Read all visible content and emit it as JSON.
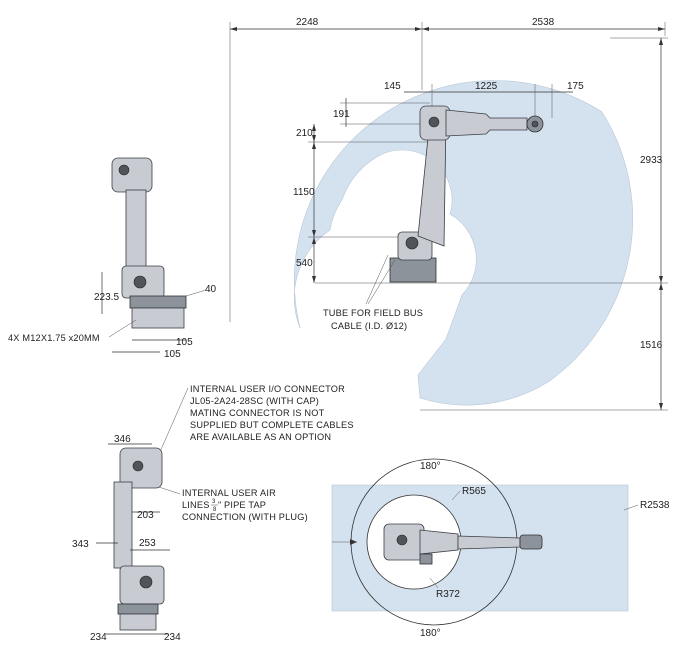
{
  "colors": {
    "work_envelope": "#d4e1ef",
    "robot_body": "#c8ccd2",
    "robot_dark": "#8d939b",
    "line": "#333333"
  },
  "side_view": {
    "dims": {
      "d2248": "2248",
      "d2538": "2538",
      "d145": "145",
      "d1225": "1225",
      "d175": "175",
      "d191": "191",
      "d210": "210",
      "d1150": "1150",
      "d540": "540",
      "d2933": "2933",
      "d1516": "1516"
    },
    "cable_note": [
      "TUBE FOR FIELD BUS",
      "CABLE (I.D. Ø12)"
    ]
  },
  "front_view": {
    "dims": {
      "d223": "223.5",
      "d40": "40",
      "d105a": "105",
      "d105b": "105"
    },
    "bolt_note": "4X M12X1.75 x20MM"
  },
  "rear_view": {
    "io_note": [
      "INTERNAL USER I/O CONNECTOR",
      "JL05-2A24-28SC (WITH CAP)",
      "MATING CONNECTOR IS NOT",
      "SUPPLIED BUT COMPLETE CABLES",
      "ARE AVAILABLE AS AN OPTION"
    ],
    "air_note": [
      "INTERNAL USER AIR",
      "LINES",
      "PIPE TAP",
      "CONNECTION (WITH PLUG)"
    ],
    "air_frac_num": "3",
    "air_frac_den": "8",
    "air_frac_unit": "\"",
    "dims": {
      "d346": "346",
      "d203": "203",
      "d343": "343",
      "d253": "253",
      "d234a": "234",
      "d234b": "234"
    }
  },
  "top_view": {
    "dims": {
      "a180top": "180°",
      "a180bottom": "180°",
      "r565": "R565",
      "r2538": "R2538",
      "r372": "R372"
    }
  }
}
